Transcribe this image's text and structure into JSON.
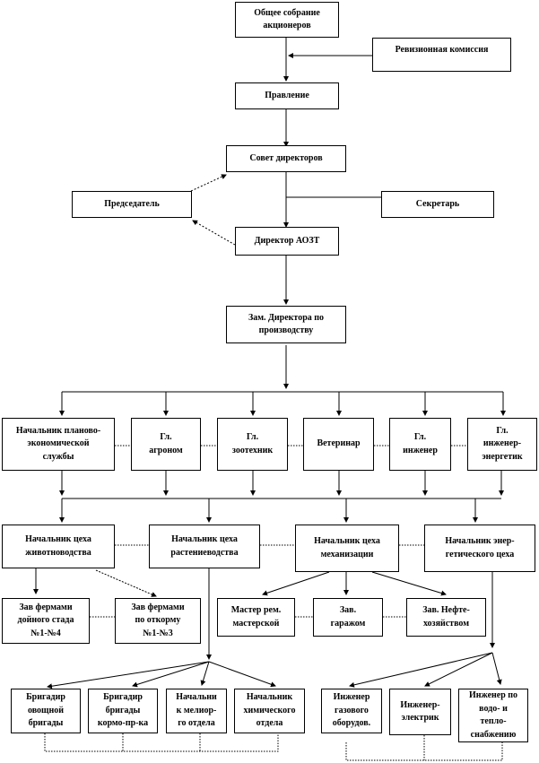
{
  "title": "Организационная структура АОЗТ",
  "nodes": {
    "general_meeting": "Общее собрание\nакционеров",
    "audit_commission": "Ревизионная комиссия",
    "board": "Правление",
    "directors_council": "Совет директоров",
    "chairman": "Председатель",
    "secretary": "Секретарь",
    "director": "Директор АОЗТ",
    "deputy_director": "Зам. Директора по\nпроизводству",
    "planning_head": "Начальник планово-\nэкономической\nслужбы",
    "chief_agronomist": "Гл.\nагроном",
    "chief_zootechnician": "Гл.\nзоотехник",
    "veterinarian": "Ветеринар",
    "chief_engineer": "Гл.\nинженер",
    "chief_power_engineer": "Гл.\nинженер-\nэнергетик",
    "livestock_head": "Начальник цеха\nживотноводства",
    "crop_head": "Начальник цеха\nрастениеводства",
    "mechanization_head": "Начальник цеха\nмеханизации",
    "energy_head": "Начальник энер-\nгетического цеха",
    "dairy_farm": "Зав фермами\nдойного стада\n№1-№4",
    "fattening_farm": "Зав фермами\nпо откорму\n№1-№3",
    "workshop_master": "Мастер рем.\nмастерской",
    "garage_head": "Зав.\nгаражом",
    "oil_head": "Зав. Нефте-\nхозяйством",
    "vegetable_foreman": "Бригадир\nовощной\nбригады",
    "feed_foreman": "Бригадир\nбригады\nкормо-пр-ка",
    "reclamation_head": "Начальни\nк мелиор-\nго отдела",
    "chemical_head": "Начальник\nхимического\nотдела",
    "gas_engineer": "Инженер\nгазового\nоборудов.",
    "electrical_engineer": "Инженер-\nэлектрик",
    "water_heat_engineer": "Инженер по\nводо- и\nтепло-\nснабжению"
  }
}
